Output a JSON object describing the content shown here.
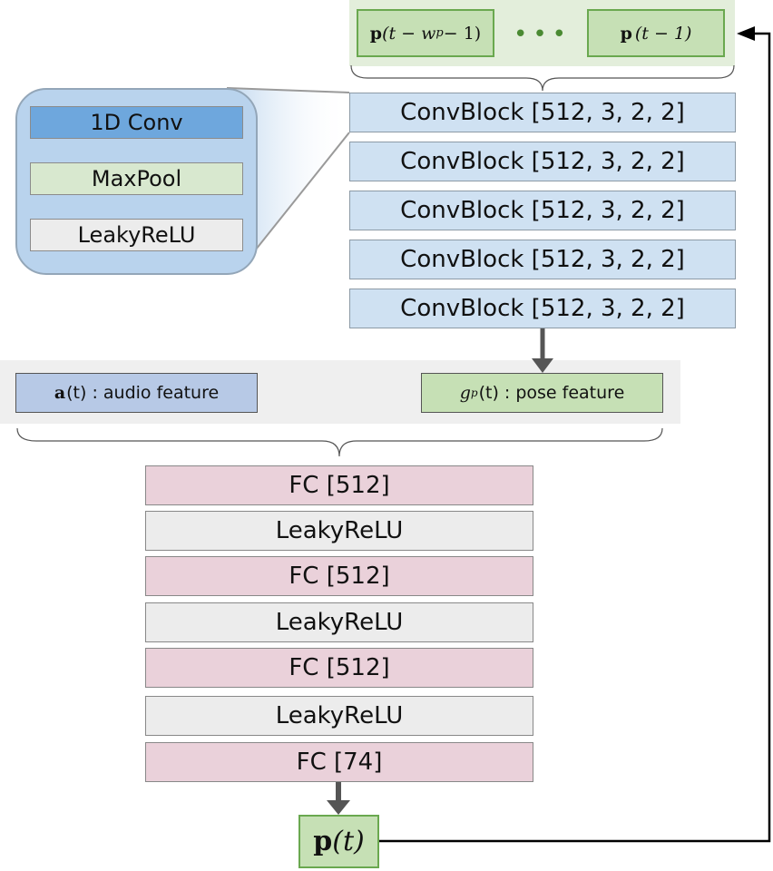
{
  "pose_inputs": {
    "first_bold": "p",
    "first_rest": "(t − w",
    "first_sub": "p",
    "first_tail": " − 1)",
    "dots": "•••",
    "last_bold": "p",
    "last_rest": "(t − 1)"
  },
  "zoom": {
    "conv": "1D Conv",
    "pool": "MaxPool",
    "relu": "LeakyReLU"
  },
  "conv_blocks": [
    "ConvBlock [512, 3, 2, 2]",
    "ConvBlock [512, 3, 2, 2]",
    "ConvBlock [512, 3, 2, 2]",
    "ConvBlock [512, 3, 2, 2]",
    "ConvBlock [512, 3, 2, 2]"
  ],
  "features": {
    "audio_symbol": "a",
    "audio_rest": "(t) : audio feature",
    "pose_symbol": "g",
    "pose_sub": "p",
    "pose_rest": "(t) : pose feature"
  },
  "fc_layers": [
    "FC [512]",
    "LeakyReLU",
    "FC [512]",
    "LeakyReLU",
    "FC [512]",
    "LeakyReLU",
    "FC [74]"
  ],
  "output": {
    "bold": "p",
    "rest": "(t)"
  },
  "colors": {
    "conv_block": "#cfe1f2",
    "fc": "#ead1da",
    "relu": "#ececec",
    "pose": "#c6e0b5",
    "audio": "#b7c9e6",
    "conv1d": "#6ea7dd"
  }
}
